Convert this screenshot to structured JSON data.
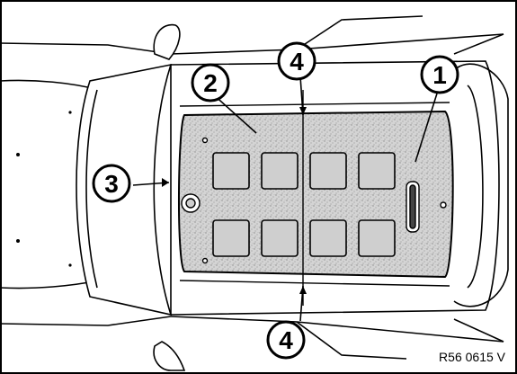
{
  "figure": {
    "reference_code": "R56 0615 V",
    "callouts": [
      {
        "id": "1",
        "label": "1"
      },
      {
        "id": "2",
        "label": "2"
      },
      {
        "id": "3",
        "label": "3"
      },
      {
        "id": "4a",
        "label": "4"
      },
      {
        "id": "4b",
        "label": "4"
      }
    ]
  },
  "colors": {
    "line": "#000000",
    "panel_fill": "#d9d9d9",
    "background": "#ffffff"
  }
}
